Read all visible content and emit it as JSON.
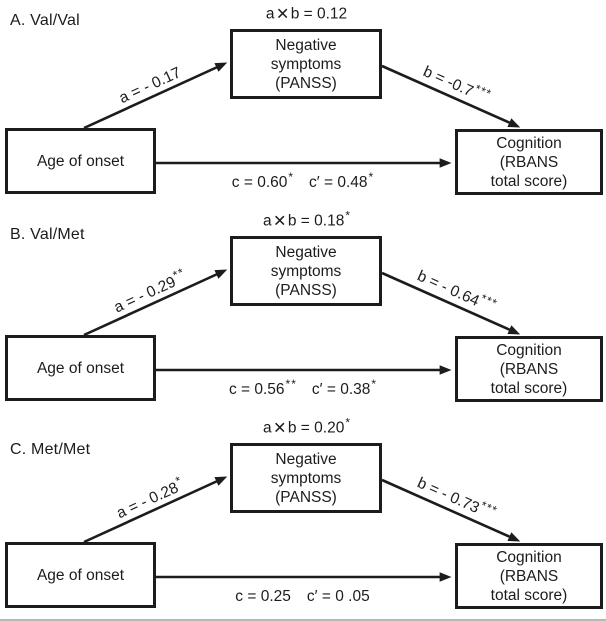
{
  "figure": {
    "colors": {
      "line": "#1c1c1c",
      "text": "#1c1c1c",
      "background": "#ffffff"
    },
    "panels": [
      {
        "label": "A. Val/Val",
        "predictor": "Age of onset",
        "mediator": "Negative\nsymptoms\n(PANSS)",
        "outcome": "Cognition\n(RBANS\ntotal score)",
        "ab": {
          "left": "a",
          "times": "×",
          "right": "b = 0.12",
          "stars": ""
        },
        "path_a": {
          "text": "a = - 0.17",
          "stars": ""
        },
        "path_b": {
          "text": "b = -0.7",
          "stars": "***"
        },
        "path_c": {
          "text": "c = 0.60",
          "stars": "*"
        },
        "path_c_prime": {
          "text": "c′ = 0.48",
          "stars": "*"
        }
      },
      {
        "label": "B. Val/Met",
        "predictor": "Age of onset",
        "mediator": "Negative\nsymptoms\n(PANSS)",
        "outcome": "Cognition\n(RBANS\ntotal score)",
        "ab": {
          "left": "a",
          "times": "×",
          "right": "b = 0.18",
          "stars": "*"
        },
        "path_a": {
          "text": "a = - 0.29",
          "stars": "**"
        },
        "path_b": {
          "text": "b = - 0.64",
          "stars": "***"
        },
        "path_c": {
          "text": "c = 0.56",
          "stars": "**"
        },
        "path_c_prime": {
          "text": "c′ = 0.38",
          "stars": "*"
        }
      },
      {
        "label": "C. Met/Met",
        "predictor": "Age of onset",
        "mediator": "Negative\nsymptoms\n(PANSS)",
        "outcome": "Cognition\n(RBANS\ntotal score)",
        "ab": {
          "left": "a",
          "times": "×",
          "right": "b = 0.20",
          "stars": "*"
        },
        "path_a": {
          "text": "a = - 0.28",
          "stars": "*"
        },
        "path_b": {
          "text": "b = - 0.73",
          "stars": "***"
        },
        "path_c": {
          "text": "c = 0.25",
          "stars": ""
        },
        "path_c_prime": {
          "text": "c′ = 0 .05",
          "stars": ""
        }
      }
    ]
  }
}
